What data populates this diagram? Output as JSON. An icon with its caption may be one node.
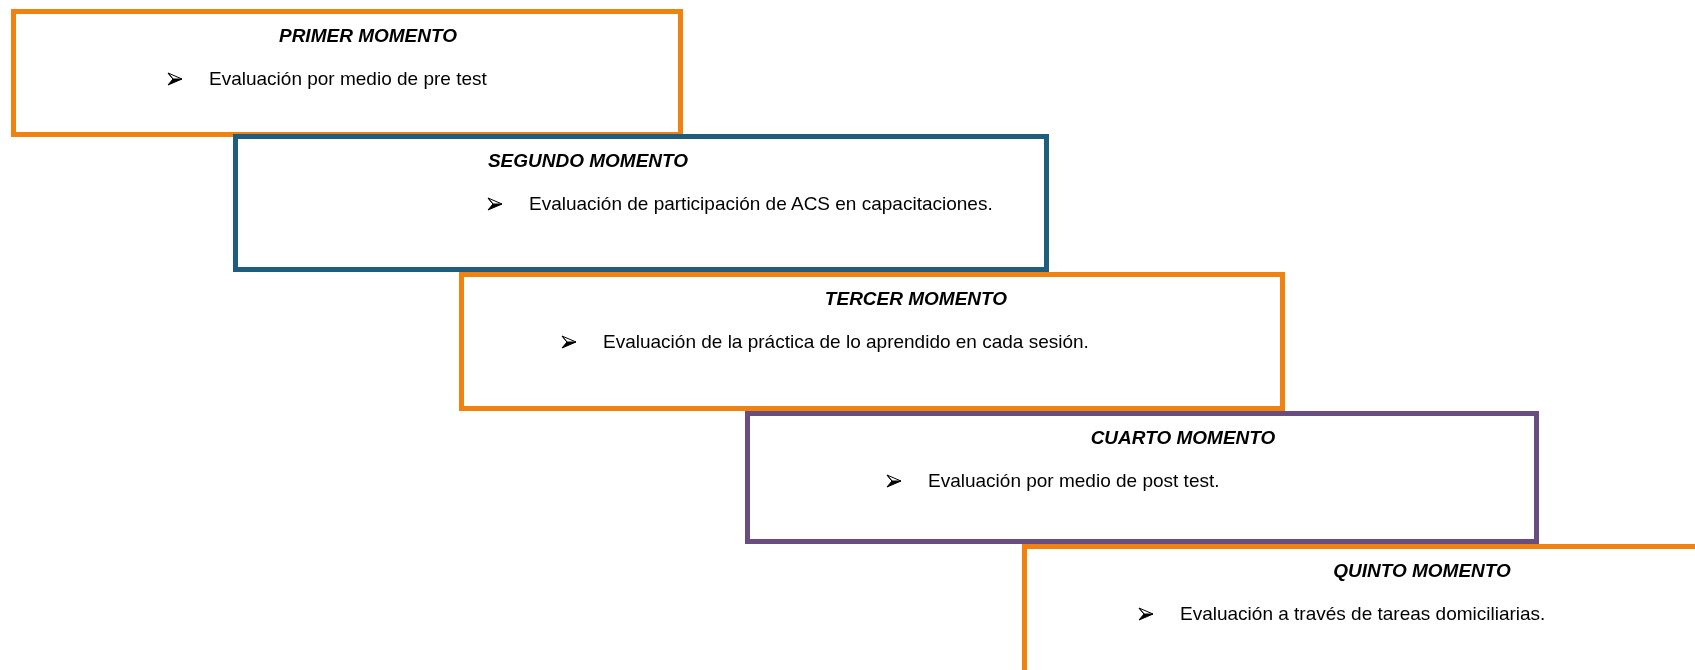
{
  "diagram": {
    "nodes": [
      {
        "text": [
          "PRIMER MOMENTO",
          "Evaluación por medio de pre test"
        ]
      },
      {
        "text": [
          "SEGUNDO MOMENTO",
          "Evaluación de participación de ACS en capacitaciones."
        ]
      },
      {
        "text": [
          "TERCER MOMENTO",
          "Evaluación de la práctica de lo aprendido en cada sesión."
        ]
      },
      {
        "text": [
          "CUARTO MOMENTO",
          "Evaluación por medio de post test."
        ]
      },
      {
        "text": [
          "QUINTO MOMENTO",
          "Evaluación a través de tareas domiciliarias."
        ]
      }
    ]
  }
}
